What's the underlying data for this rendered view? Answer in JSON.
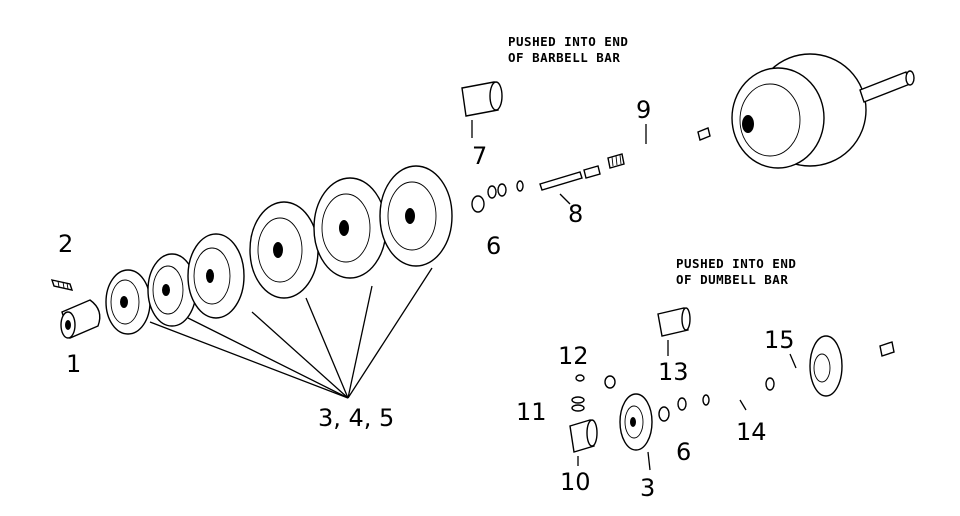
{
  "notes": {
    "barbell_line1": "PUSHED INTO END",
    "barbell_line2": "OF BARBELL BAR",
    "dumbell_line1": "PUSHED INTO END",
    "dumbell_line2": "OF DUMBELL BAR"
  },
  "labels": {
    "l1": "1",
    "l2": "2",
    "l345": "3, 4, 5",
    "l6a": "6",
    "l7": "7",
    "l8": "8",
    "l9": "9",
    "l12": "12",
    "l11": "11",
    "l10": "10",
    "l3b": "3",
    "l6b": "6",
    "l13": "13",
    "l14": "14",
    "l15": "15"
  }
}
